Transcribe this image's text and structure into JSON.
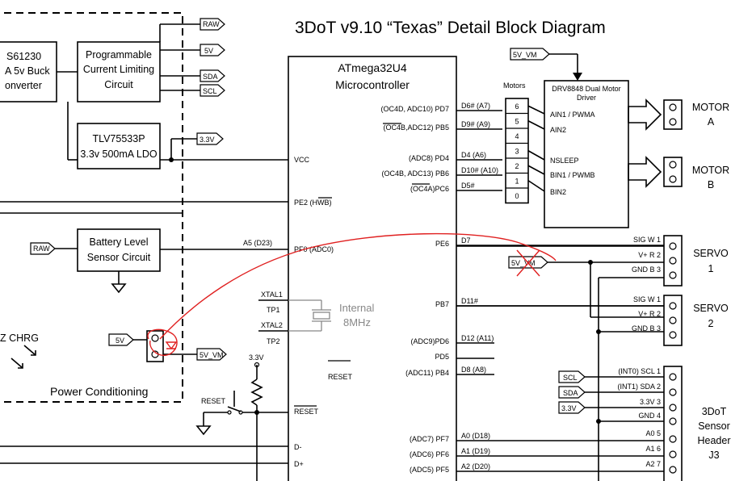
{
  "title": "3DoT v9.10 “Texas” Detail Block Diagram",
  "power": {
    "buck_lines": [
      "S61230",
      "A 5v Buck",
      "onverter"
    ],
    "pcl_lines": [
      "Programmable",
      "Current Limiting",
      "Circuit"
    ],
    "ldo_lines": [
      "TLV75533P",
      "3.3v 500mA LDO"
    ],
    "battery_lines": [
      "Battery Level",
      "Sensor Circuit"
    ],
    "section_label": "Power Conditioning",
    "chrg_label": "Z CHRG"
  },
  "tags": {
    "raw": "RAW",
    "v5": "5V",
    "sda": "SDA",
    "scl": "SCL",
    "v33": "3.3V",
    "raw_in": "RAW",
    "v5_in": "5V",
    "v5_vm_out": "5V_VM",
    "v5_vm_top": "5V_VM",
    "v5_vm_servo": "5V_VM",
    "j3_scl": "SCL",
    "j3_sda": "SDA",
    "j3_33": "3.3V"
  },
  "mcu": {
    "name_lines": [
      "ATmega32U4",
      "Microcontroller"
    ],
    "vcc": "VCC",
    "pe2": "PE2 (HWB)",
    "pf0": "PF0 (ADC0)",
    "pf0_net": "A5 (D23)",
    "xtal1": "XTAL1",
    "tp1": "TP1",
    "xtal2": "XTAL2",
    "tp2": "TP2",
    "crystal_lines": [
      "Internal",
      "8MHz"
    ],
    "reset_int": "RESET",
    "reset_pin": "RESET",
    "dminus": "D-",
    "dplus": "D+",
    "v33_label": "3.3V",
    "reset_sw": "RESET",
    "pins_right": [
      {
        "pin": "(OC4D, ADC10) PD7",
        "net": "D6# (A7)"
      },
      {
        "pin": "(OC4B,ADC12) PB5",
        "net": "D9# (A9)"
      },
      {
        "pin": "(ADC8) PD4",
        "net": "D4 (A6)"
      },
      {
        "pin": "(OC4B, ADC13) PB6",
        "net": "D10# (A10)"
      },
      {
        "pin": "(OC4A)PC6",
        "net": "D5#"
      },
      {
        "pin": "PE6",
        "net": "D7"
      },
      {
        "pin": "PB7",
        "net": "D11#"
      },
      {
        "pin": "(ADC9)PD6",
        "net": "D12 (A11)"
      },
      {
        "pin": "PD5",
        "net": ""
      },
      {
        "pin": "(ADC11) PB4",
        "net": "D8 (A8)"
      },
      {
        "pin": "(ADC7) PF7",
        "net": "A0 (D18)"
      },
      {
        "pin": "(ADC6) PF6",
        "net": "A1 (D19)"
      },
      {
        "pin": "(ADC5) PF5",
        "net": "A2 (D20)"
      }
    ]
  },
  "motors": {
    "header": "Motors",
    "numbers": [
      "6",
      "5",
      "4",
      "3",
      "2",
      "1",
      "0"
    ],
    "driver_lines": [
      "DRV8848 Dual Motor",
      "Driver"
    ],
    "driver_pins": [
      "AIN1 / PWMA",
      "AIN2",
      "NSLEEP",
      "BIN1 / PWMB",
      "BIN2"
    ],
    "motor_a": [
      "MOTOR",
      "A"
    ],
    "motor_b": [
      "MOTOR",
      "B"
    ]
  },
  "servos": {
    "pins": [
      "SIG W 1",
      "V+ R 2",
      "GND B 3"
    ],
    "servo1": [
      "SERVO",
      "1"
    ],
    "servo2": [
      "SERVO",
      "2"
    ]
  },
  "sensor_header": {
    "pins": [
      "(INT0) SCL 1",
      "(INT1) SDA 2",
      "3.3V 3",
      "GND 4",
      "A0 5",
      "A1 6",
      "A2 7"
    ],
    "label_lines": [
      "3DoT",
      "Sensor",
      "Header",
      "J3"
    ]
  }
}
